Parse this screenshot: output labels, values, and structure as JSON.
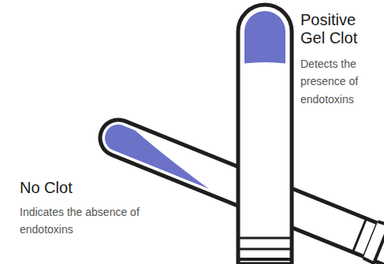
{
  "diagram": {
    "labels": [
      "Positive Gel Clot",
      "Detects the presence of endotoxins",
      "No Clot",
      "Indicates the absence of endotoxins"
    ]
  }
}
